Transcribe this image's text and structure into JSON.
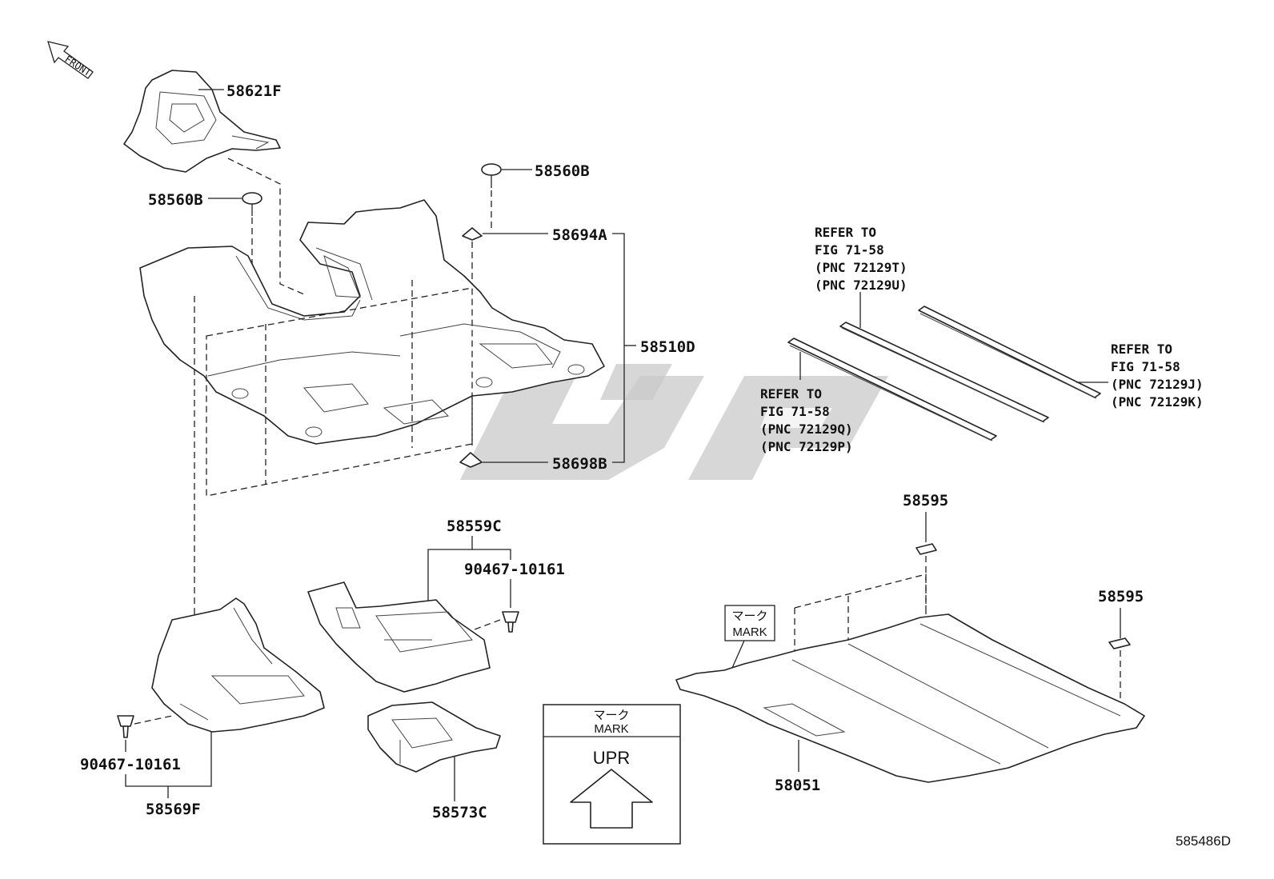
{
  "front_label": "FRONT",
  "parts": {
    "p58621F": "58621F",
    "p58560B_top": "58560B",
    "p58560B_left": "58560B",
    "p58694A": "58694A",
    "p58510D": "58510D",
    "p58698B": "58698B",
    "p58559C": "58559C",
    "p90467_right": "90467-10161",
    "p90467_left": "90467-10161",
    "p58569F": "58569F",
    "p58573C": "58573C",
    "p58595_top": "58595",
    "p58595_right": "58595",
    "p58051": "58051"
  },
  "refs": {
    "top": [
      "REFER TO",
      "FIG 71-58",
      "(PNC 72129T)",
      "(PNC 72129U)"
    ],
    "left": [
      "REFER TO",
      "FIG 71-58",
      "(PNC 72129Q)",
      "(PNC 72129P)"
    ],
    "right": [
      "REFER TO",
      "FIG 71-58",
      "(PNC 72129J)",
      "(PNC 72129K)"
    ]
  },
  "mark_callout": {
    "jp": "マーク",
    "en": "MARK"
  },
  "mark_box": {
    "jp": "マーク",
    "en": "MARK",
    "arrow_label": "UPR"
  },
  "diagram_code": "585486D"
}
